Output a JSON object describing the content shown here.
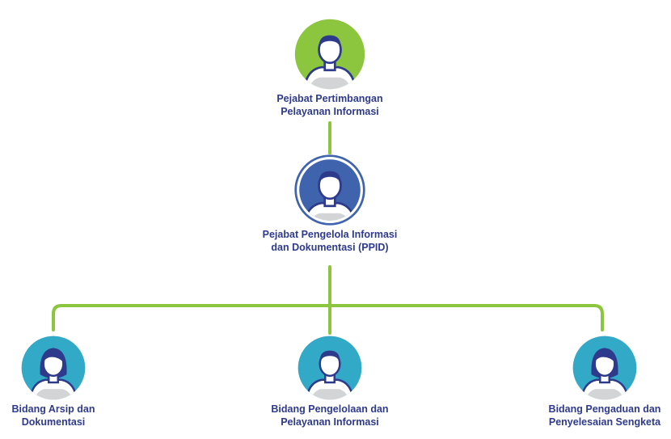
{
  "colors": {
    "connector": "#8cc63f",
    "label": "#2e3a8c",
    "avatar_body": "#ffffff",
    "avatar_outline": "#2e3a8c",
    "avatar_shadow": "#d2d4d6"
  },
  "nodes": {
    "top": {
      "icon": "person-icon",
      "circle_color": "#8cc63f",
      "ring_color": null,
      "label_lines": [
        "Pejabat Pertimbangan",
        "Pelayanan Informasi"
      ]
    },
    "middle": {
      "icon": "person-icon",
      "circle_color": "#3f63ad",
      "ring_color": "#3f63ad",
      "label_lines": [
        "Pejabat Pengelola Informasi",
        "dan Dokumentasi (PPID)"
      ]
    },
    "left": {
      "icon": "person-female-icon",
      "circle_color": "#32a9c7",
      "ring_color": null,
      "label_lines": [
        "Bidang Arsip dan",
        "Dokumentasi"
      ]
    },
    "center": {
      "icon": "person-icon",
      "circle_color": "#32a9c7",
      "ring_color": null,
      "label_lines": [
        "Bidang Pengelolaan dan",
        "Pelayanan Informasi"
      ]
    },
    "right": {
      "icon": "person-female-icon",
      "circle_color": "#32a9c7",
      "ring_color": null,
      "label_lines": [
        "Bidang Pengaduan dan",
        "Penyelesaian Sengketa"
      ]
    }
  }
}
